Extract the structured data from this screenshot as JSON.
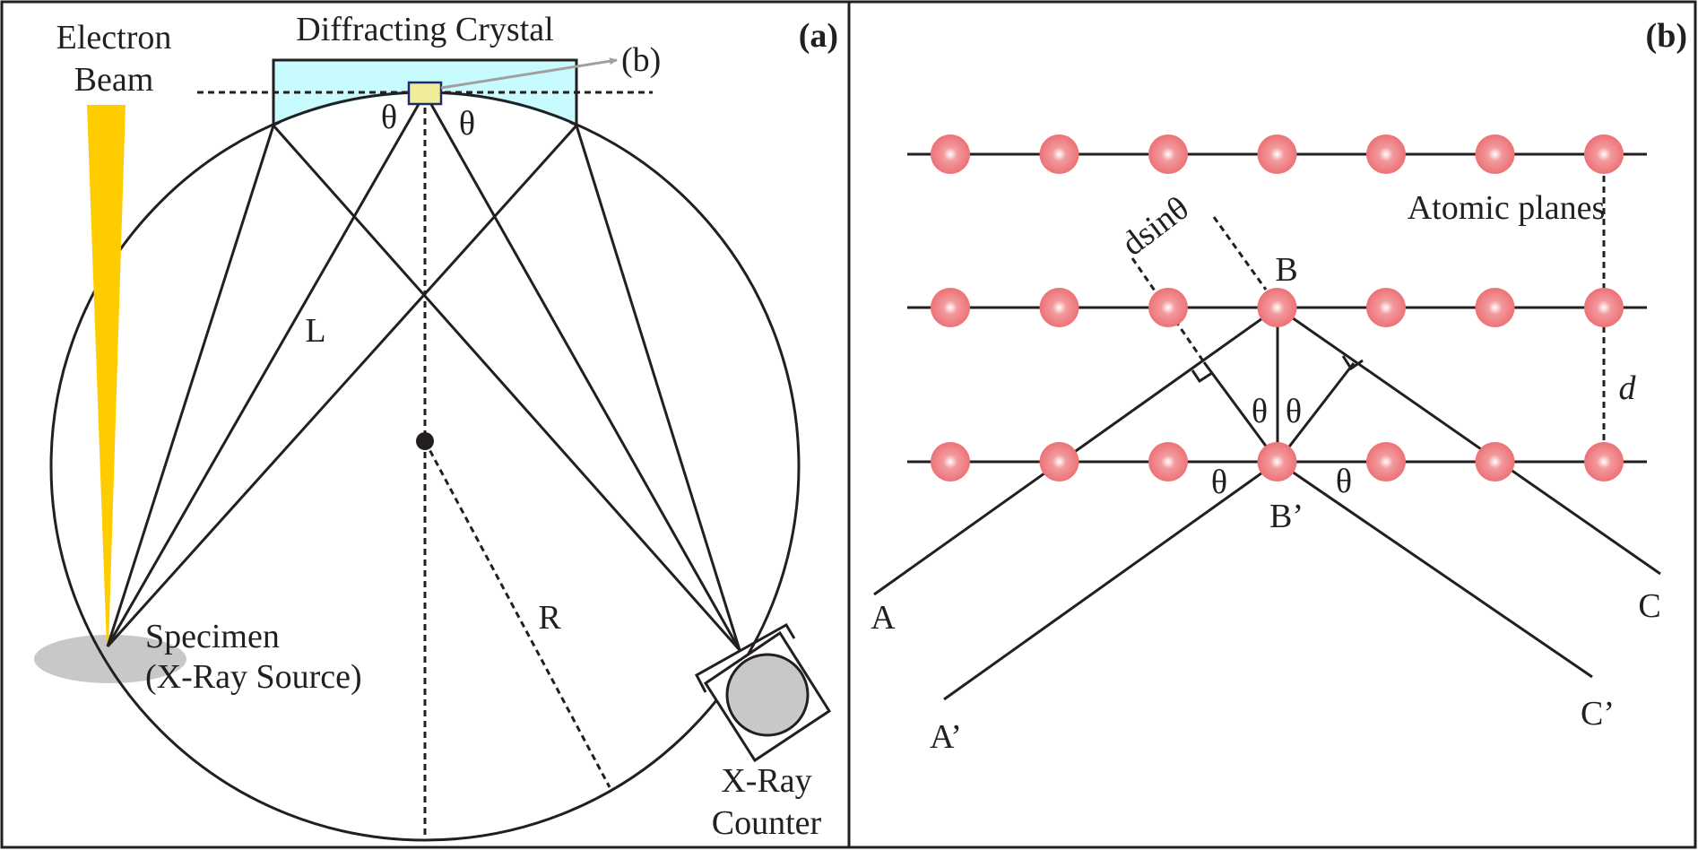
{
  "colors": {
    "ink": "#231f20",
    "crystal_fill": "#c8fbfd",
    "crystal_spot_fill": "#f0ec9a",
    "crystal_spot_stroke": "#1f2a6b",
    "beam": "#ffcc00",
    "specimen": "#c8c8c8",
    "detector": "#c8c8c8",
    "atom": "#ee7a7e",
    "arrow": "#a0a0a0"
  },
  "panel_a": {
    "tag": "(a)",
    "electron_beam_line1": "Electron",
    "electron_beam_line2": "Beam",
    "crystal_label": "Diffracting Crystal",
    "zoom_ref": "(b)",
    "theta_left": "θ",
    "theta_right": "θ",
    "L_label": "L",
    "R_label": "R",
    "specimen_line1": "Specimen",
    "specimen_line2": "(X-Ray Source)",
    "counter_line1": "X-Ray",
    "counter_line2": "Counter"
  },
  "panel_b": {
    "tag": "(b)",
    "atomic_planes": "Atomic planes",
    "dsin_label": "dsinθ",
    "d_label": "d",
    "atoms_per_plane": 7,
    "planes": 3,
    "points": {
      "A": "A",
      "A_prime": "A’",
      "B": "B",
      "B_prime": "B’",
      "C": "C",
      "C_prime": "C’"
    },
    "theta_labels": [
      "θ",
      "θ",
      "θ",
      "θ"
    ]
  }
}
